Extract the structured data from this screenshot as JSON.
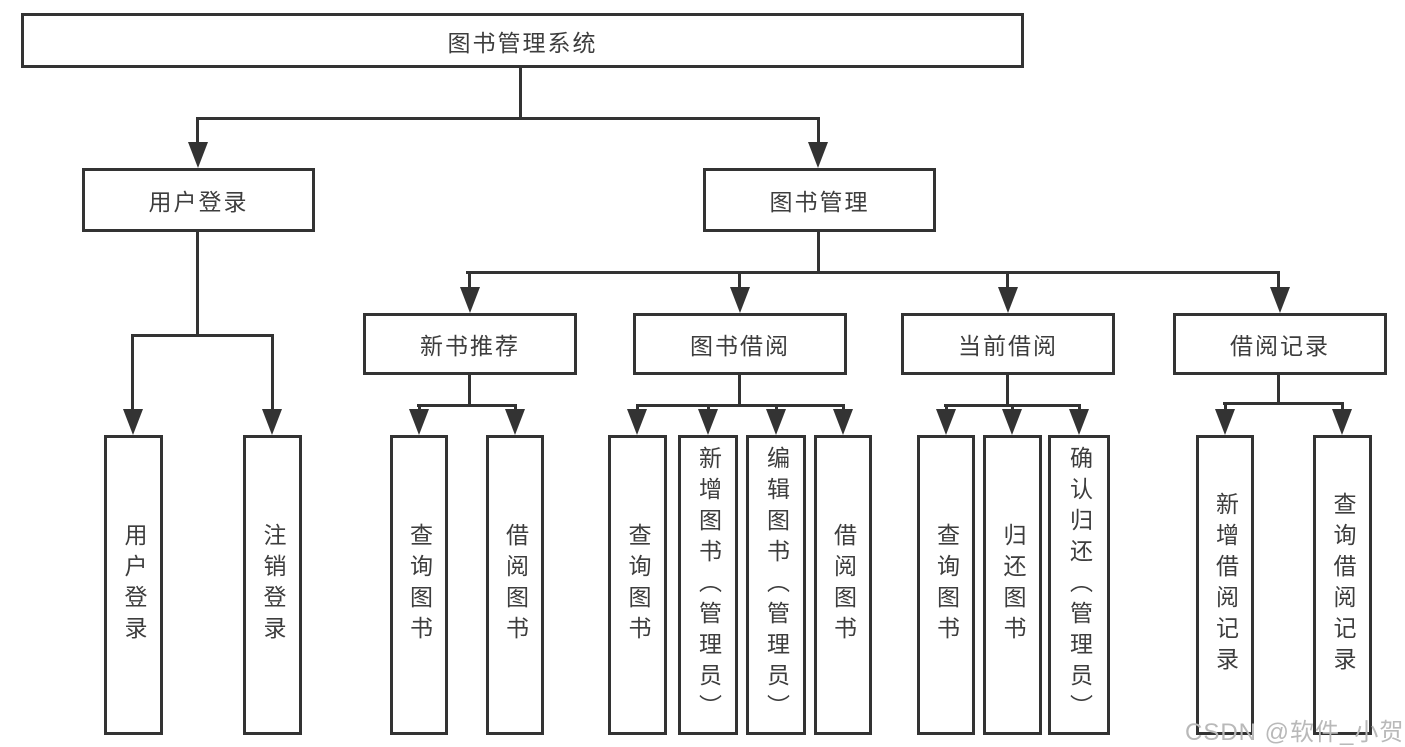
{
  "colors": {
    "line": "#333333",
    "box_border": "#333333",
    "text": "#3d3d3d",
    "background": "#ffffff",
    "watermark_text_color": "#b9b9b9"
  },
  "diagram": {
    "title": "图书管理系统",
    "branches": [
      {
        "label": "用户登录",
        "children": [
          {
            "label": "用户登录"
          },
          {
            "label": "注销登录"
          }
        ]
      },
      {
        "label": "图书管理",
        "children": [
          {
            "label": "新书推荐",
            "children": [
              {
                "label": "查询图书"
              },
              {
                "label": "借阅图书"
              }
            ]
          },
          {
            "label": "图书借阅",
            "children": [
              {
                "label": "查询图书"
              },
              {
                "label": "新增图书（管理员）"
              },
              {
                "label": "编辑图书（管理员）"
              },
              {
                "label": "借阅图书"
              }
            ]
          },
          {
            "label": "当前借阅",
            "children": [
              {
                "label": "查询图书"
              },
              {
                "label": "归还图书"
              },
              {
                "label": "确认归还（管理员）"
              }
            ]
          },
          {
            "label": "借阅记录",
            "children": [
              {
                "label": "新增借阅记录"
              },
              {
                "label": "查询借阅记录"
              }
            ]
          }
        ]
      }
    ]
  },
  "watermark": {
    "text": "CSDN @软件_小贺同学"
  }
}
